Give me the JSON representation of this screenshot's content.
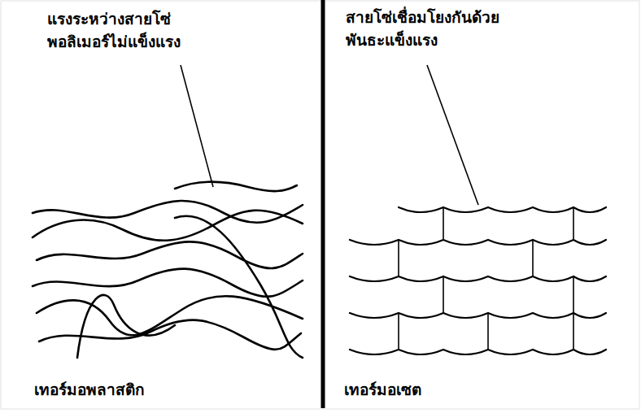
{
  "diagram": {
    "labels": [
      "แรงระหว่างสายโซ่ พอลิเมอร์ไม่แข็งแรง",
      "สายโซ่เชื่อมโยงกันด้วย พันธะแข็งแรง",
      "เทอร์มอพลาสติก",
      "เทอร์มอเซต"
    ]
  }
}
